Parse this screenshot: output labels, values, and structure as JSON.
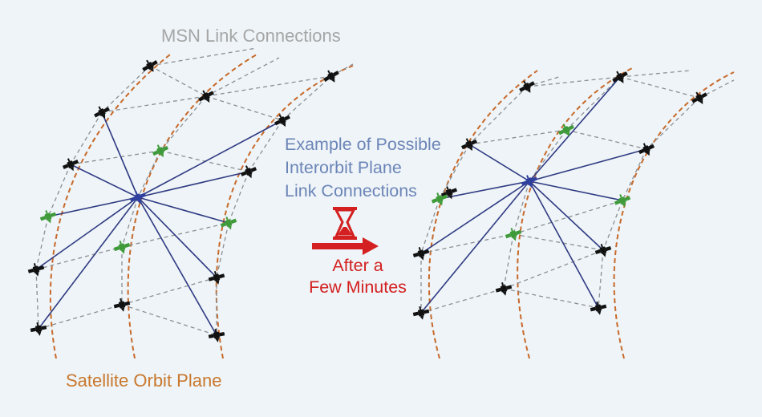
{
  "labels": {
    "msn_link_connections": "MSN Link Connections",
    "interorbit_line1": "Example of Possible",
    "interorbit_line2": "Interorbit Plane",
    "interorbit_line3": "Link Connections",
    "after_line1": "After a",
    "after_line2": "Few Minutes",
    "satellite_orbit_plane": "Satellite Orbit Plane"
  },
  "colors": {
    "background": "#eef4f7",
    "orbit_plane": "#c8692a",
    "msn_link": "#8a8f94",
    "interorbit_link": "#2e3a82",
    "msn_label": "#a6a6a6",
    "interorbit_label": "#6c85b8",
    "arrow_and_after": "#d42020",
    "orbit_label": "#c9782e",
    "satellite_black": "#111111",
    "satellite_green": "#3f9a3a",
    "satellite_blue": "#2f3f9e"
  },
  "icons": [
    "satellite-icon",
    "hourglass-icon",
    "right-arrow-icon"
  ]
}
